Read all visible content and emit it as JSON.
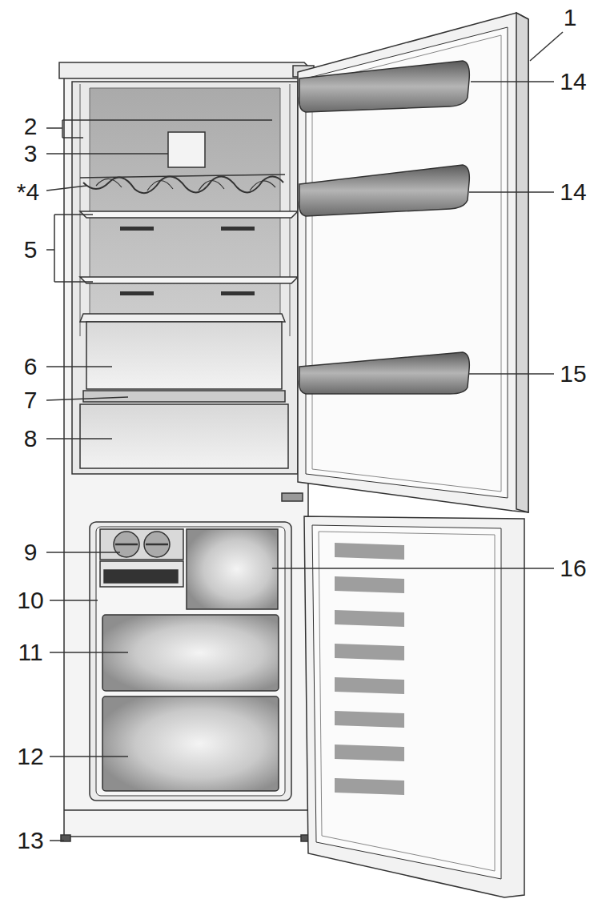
{
  "diagram": {
    "labels": [
      "1",
      "2",
      "3",
      "*4",
      "5",
      "6",
      "7",
      "8",
      "9",
      "10",
      "11",
      "12",
      "13",
      "14",
      "14",
      "15",
      "16"
    ]
  }
}
